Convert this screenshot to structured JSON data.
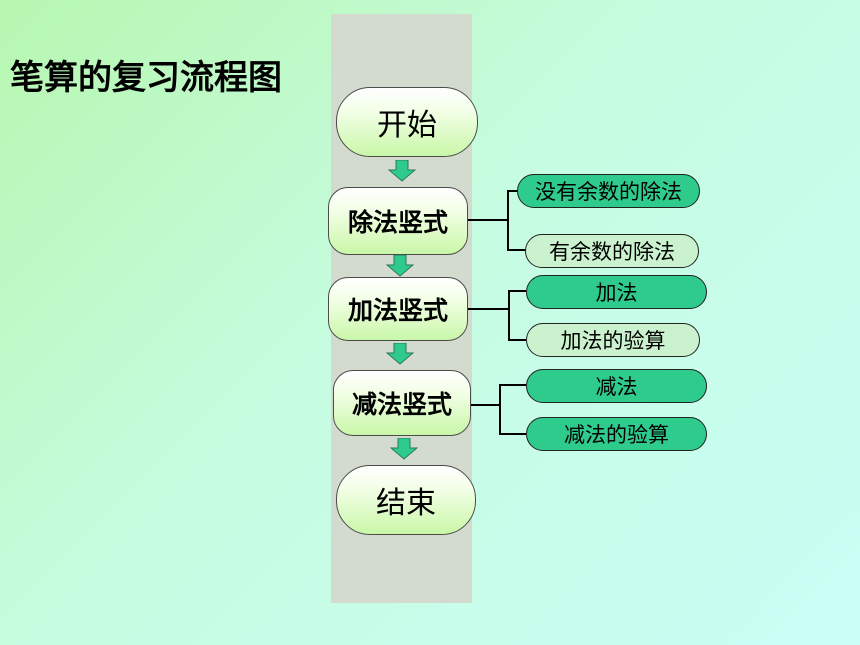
{
  "title": "笔算的复习流程图",
  "nodes": {
    "start": "开始",
    "division": "除法竖式",
    "addition": "加法竖式",
    "subtraction": "减法竖式",
    "end": "结束"
  },
  "branches": {
    "division": [
      "没有余数的除法",
      "有余数的除法"
    ],
    "addition": [
      "加法",
      "加法的验算"
    ],
    "subtraction": [
      "减法",
      "减法的验算"
    ]
  },
  "colors": {
    "column": "#d3dbcf",
    "branch_fill": "#2ecb8c",
    "branch_fill_light": "#cbf2cf",
    "arrow": "#2ecb8c"
  }
}
